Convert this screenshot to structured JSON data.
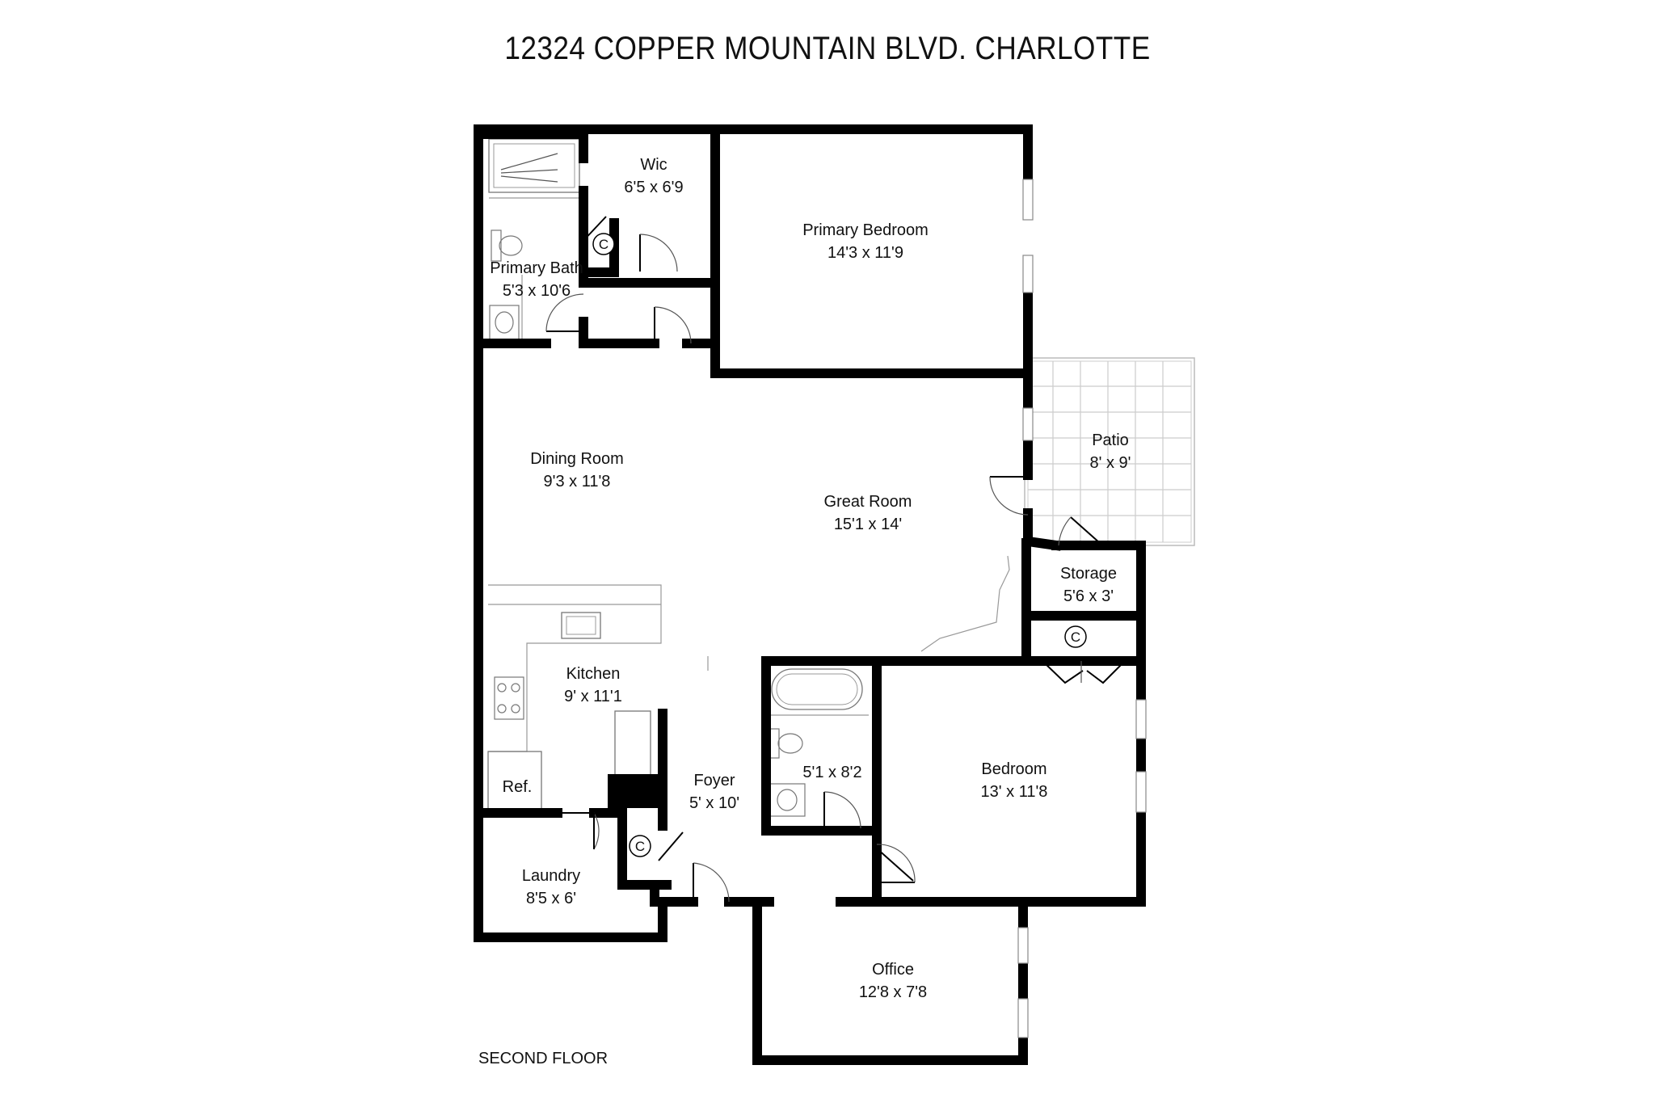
{
  "title": "12324 COPPER MOUNTAIN BLVD. CHARLOTTE",
  "floor_label": "SECOND FLOOR",
  "rooms": {
    "wic": {
      "name": "Wic",
      "size": "6'5 x 6'9"
    },
    "primary_bedroom": {
      "name": "Primary Bedroom",
      "size": "14'3 x 11'9"
    },
    "primary_bath": {
      "name": "Primary Bath",
      "size": "5'3 x 10'6"
    },
    "dining_room": {
      "name": "Dining Room",
      "size": "9'3 x 11'8"
    },
    "great_room": {
      "name": "Great Room",
      "size": "15'1 x 14'"
    },
    "patio": {
      "name": "Patio",
      "size": "8' x 9'"
    },
    "storage": {
      "name": "Storage",
      "size": "5'6 x 3'"
    },
    "kitchen": {
      "name": "Kitchen",
      "size": "9' x 11'1"
    },
    "bath_2": {
      "size": "5'1 x 8'2"
    },
    "bedroom": {
      "name": "Bedroom",
      "size": "13' x 11'8"
    },
    "foyer": {
      "name": "Foyer",
      "size": "5' x 10'"
    },
    "laundry": {
      "name": "Laundry",
      "size": "8'5 x 6'"
    },
    "office": {
      "name": "Office",
      "size": "12'8 x 7'8"
    }
  },
  "fixtures": {
    "closet_marker": "C",
    "refrigerator": "Ref."
  }
}
